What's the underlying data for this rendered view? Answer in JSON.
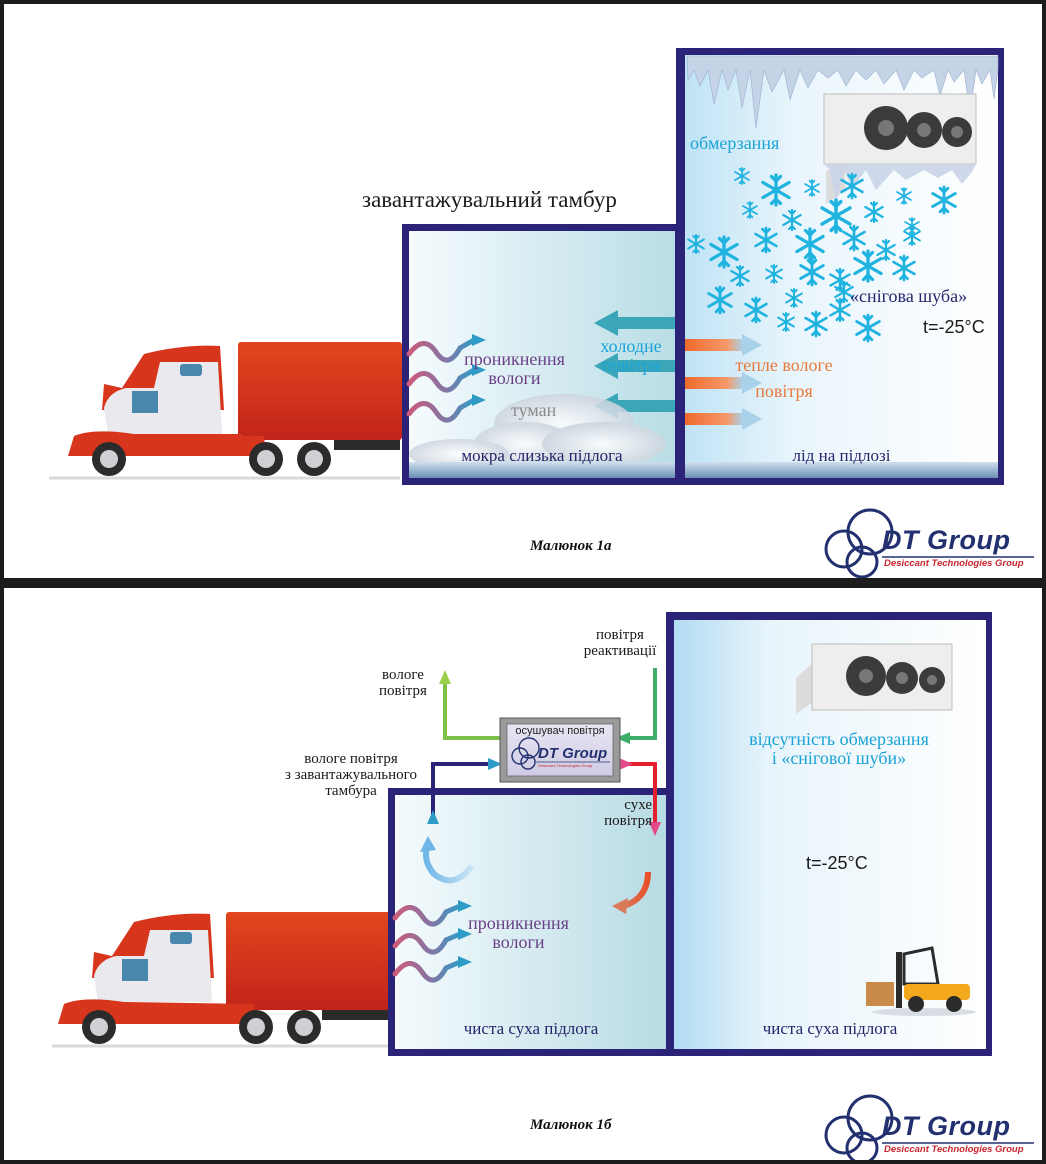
{
  "figure_a": {
    "caption": "Малюнок 1а",
    "vestibule_title": "завантажувальний тамбур",
    "labels": {
      "frosting": "обмерзання",
      "snow_coat": "«снігова шуба»",
      "temperature": "t=-25°C",
      "moisture_ingress_1": "проникнення",
      "moisture_ingress_2": "вологи",
      "cold_air_1": "холодне",
      "cold_air_2": "повітря",
      "warm_air_1": "тепле вологе",
      "warm_air_2": "повітря",
      "fog": "туман",
      "wet_floor": "мокра слизька підлога",
      "ice_floor": "лід на підлозі"
    },
    "logo": {
      "title": "DT Group",
      "subtitle": "Desiccant Technologies Group"
    }
  },
  "figure_b": {
    "caption": "Малюнок 1б",
    "labels": {
      "humid_air_out_1": "вологе",
      "humid_air_out_2": "повітря",
      "reactivation_air_1": "повітря",
      "reactivation_air_2": "реактивації",
      "vestibule_air_1": "вологе повітря",
      "vestibule_air_2": "з завантажувального",
      "vestibule_air_3": "тамбура",
      "dry_air_1": "сухе",
      "dry_air_2": "повітря",
      "no_frost_1": "відсутність обмерзання",
      "no_frost_2": "і «снігової шуби»",
      "temperature": "t=-25°C",
      "moisture_ingress_1": "проникнення",
      "moisture_ingress_2": "вологи",
      "clean_floor_left": "чиста суха підлога",
      "clean_floor_right": "чиста суха підлога"
    },
    "dryer": {
      "title": "осушувач повітря",
      "logo": "DT Group",
      "logo_sub": "Desiccant Technologies Group"
    },
    "logo": {
      "title": "DT Group",
      "subtitle": "Desiccant Technologies Group"
    }
  },
  "colors": {
    "wall": "#2a2378",
    "cold_arrow": "#3aa6b8",
    "warm_arrow": "#f07a3a",
    "snowflake": "#1fb3e0",
    "green_pipe": "#7cc04a",
    "reactivation_pipe": "#3fae6a",
    "humid_pipe": "#2a2378",
    "dry_pipe": "#e3202b",
    "truck_red": "#d8361c"
  }
}
